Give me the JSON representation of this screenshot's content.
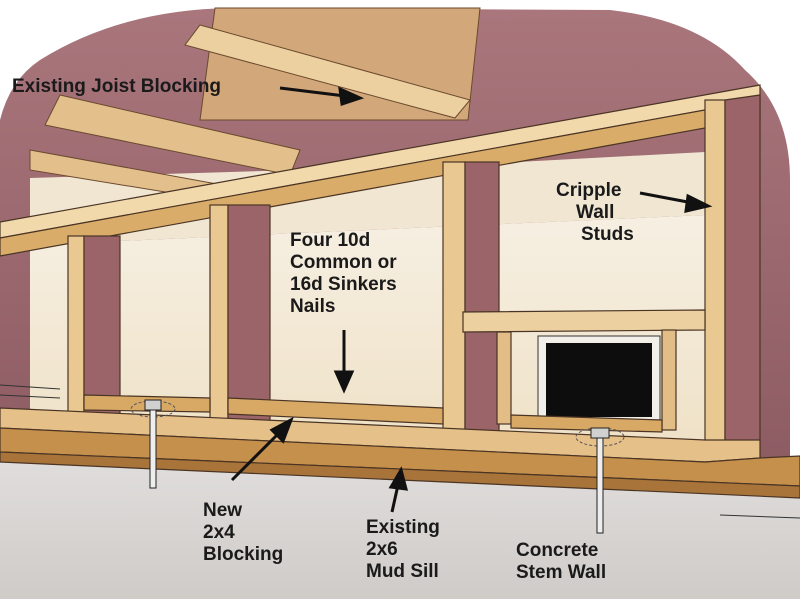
{
  "labels": {
    "joist_blocking": [
      "Existing Joist Blocking"
    ],
    "cripple_studs": [
      "Cripple",
      "Wall",
      "Studs"
    ],
    "nails": [
      "Four 10d",
      "Common or",
      "16d Sinkers",
      "Nails"
    ],
    "new_blocking": [
      "New",
      "2x4",
      "Blocking"
    ],
    "mud_sill": [
      "Existing",
      "2x6",
      "Mud Sill"
    ],
    "stem_wall": [
      "Concrete",
      "Stem Wall"
    ]
  },
  "colors": {
    "ceiling_top": "#a9767c",
    "ceiling_bottom": "#8d5b62",
    "wood_light": "#e9c892",
    "wood_mid": "#d8a865",
    "wood_dark": "#b97e3b",
    "sheathing_face": "#f4ecdc",
    "stud_shadow": "#9a6468",
    "concrete": "#d9d6d4",
    "vent_black": "#0d0d0d",
    "outline": "#3a2a20",
    "text": "#1a1a1a"
  },
  "icons": [
    "arrow-icon",
    "anchor-bolt-icon",
    "foundation-vent-icon"
  ]
}
